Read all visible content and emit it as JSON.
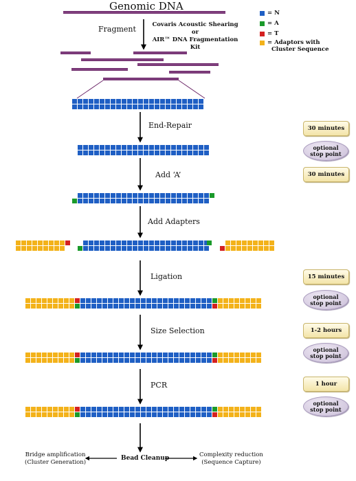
{
  "title": "Genomic DNA",
  "fragment_label": "Fragment",
  "kit_text": [
    "Covaris Acoustic Shearing",
    "or",
    "AIR™ DNA Fragmentation Kit"
  ],
  "legend": [
    {
      "color": "#1f5fc4",
      "label": "= N"
    },
    {
      "color": "#1a9a2a",
      "label": "= A"
    },
    {
      "color": "#d42020",
      "label": "= T"
    },
    {
      "color": "#f3b21a",
      "label": "= Adaptors with",
      "label2": "Cluster Sequence"
    }
  ],
  "steps": [
    {
      "name": "End-Repair",
      "time": "30 minutes",
      "stop": true
    },
    {
      "name": "Add ‘A’",
      "time": "30 minutes",
      "stop": false
    },
    {
      "name": "Add Adapters",
      "time": "",
      "stop": false
    },
    {
      "name": "Ligation",
      "time": "15 minutes",
      "stop": true
    },
    {
      "name": "Size Selection",
      "time": "1-2 hours",
      "stop": true
    },
    {
      "name": "PCR",
      "time": "1 hour",
      "stop": true
    }
  ],
  "stop_text": [
    "optional",
    "stop point"
  ],
  "bottom": {
    "center": "Bead Cleanup",
    "left": [
      "Bridge amplification",
      "(Cluster Generation)"
    ],
    "right": [
      "Complexity reduction",
      "(Sequence Capture)"
    ]
  },
  "colors": {
    "dna": "#1f5fc4",
    "a": "#1a9a2a",
    "t": "#d42020",
    "adaptor": "#f3b21a",
    "fragment": "#6e2a6b"
  }
}
